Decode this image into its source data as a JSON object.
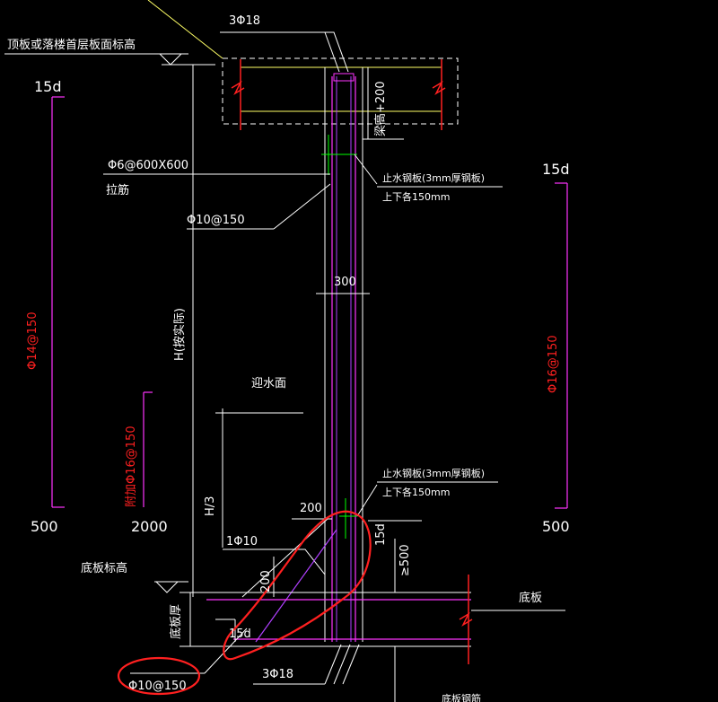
{
  "labels": {
    "top_bar_top": "3Φ18",
    "roof_slab_elev": "顶板或落楼首层板面标高",
    "left_15d": "15d",
    "right_15d": "15d",
    "tie_spacing": "Φ6@600X600",
    "tie_bar": "拉筋",
    "phi10_150_top": "Φ10@150",
    "beam_h_plus": "梁高+200",
    "waterstop_top_1": "止水钢板(3mm厚钢板)",
    "waterstop_top_2": "上下各150mm",
    "dim_300": "300",
    "left_vert_bar": "Φ14@150",
    "right_vert_bar": "Φ16@150",
    "h_label": "H(按实际)",
    "water_face": "迎水面",
    "add_bar": "附加Φ16@150",
    "h3": "H/3",
    "waterstop_bot_1": "止水钢板(3mm厚钢板)",
    "waterstop_bot_2": "上下各150mm",
    "dim_500_left": "500",
    "dim_2000": "2000",
    "dim_500_right": "500",
    "dim_200_top": "200",
    "bar_1phi10": "1Φ10",
    "dim_15d_corner": "15d",
    "dim_ge500": "≥500",
    "dim_200_diag": "200",
    "base_elev": "底板标高",
    "base_slab": "底板",
    "base_thick": "底板厚",
    "dim_15d_bottom": "15d",
    "bottom_bar": "3Φ18",
    "phi10_150_bottom": "Φ10@150",
    "base_rebar": "底板钢筋"
  },
  "colors": {
    "background": "#000000",
    "white": "#ffffff",
    "yellow": "#ffff66",
    "magenta": "#ff33ff",
    "purple": "#b040ff",
    "red": "#ff2020",
    "green": "#00ff00"
  }
}
